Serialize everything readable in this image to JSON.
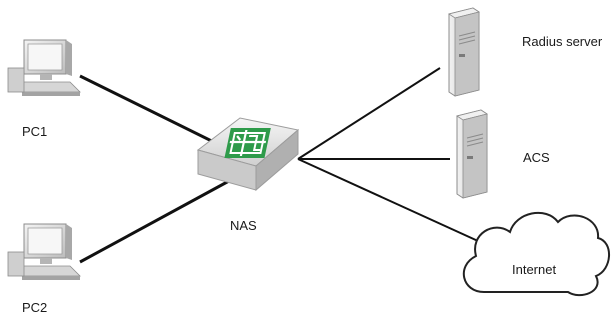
{
  "nodes": {
    "pc1": {
      "label": "PC1",
      "icon": "desktop-computer-icon"
    },
    "pc2": {
      "label": "PC2",
      "icon": "desktop-computer-icon"
    },
    "nas": {
      "label": "NAS",
      "icon": "network-switch-icon"
    },
    "radius": {
      "label": "Radius server",
      "icon": "tower-server-icon"
    },
    "acs": {
      "label": "ACS",
      "icon": "tower-server-icon"
    },
    "internet": {
      "label": "Internet",
      "icon": "cloud-icon"
    }
  },
  "links": [
    {
      "from": "pc1",
      "to": "nas",
      "style": "thick"
    },
    {
      "from": "pc2",
      "to": "nas",
      "style": "thick"
    },
    {
      "from": "nas",
      "to": "radius",
      "style": "thin"
    },
    {
      "from": "nas",
      "to": "acs",
      "style": "thin"
    },
    {
      "from": "nas",
      "to": "internet",
      "style": "thin"
    }
  ],
  "colors": {
    "link": "#111111",
    "device_body": "#d9d9d9",
    "device_shadow": "#a6a6a6",
    "switch_logo": "#2e9b4a",
    "cloud_fill": "#ffffff",
    "cloud_stroke": "#222222"
  }
}
